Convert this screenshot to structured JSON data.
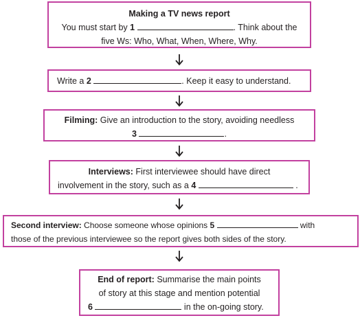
{
  "box1": {
    "title": "Making a TV news report",
    "line1_pre": "You must start by",
    "num": "1",
    "line1_post": ". Think about the",
    "line2": "five Ws: Who, What, When, Where, Why."
  },
  "box2": {
    "pre": "Write a",
    "num": "2",
    "post": ". Keep it easy to understand."
  },
  "box3": {
    "label": "Filming:",
    "line1": "Give an introduction to the story, avoiding needless",
    "num": "3",
    "post": "."
  },
  "box4": {
    "label": "Interviews:",
    "line1": "First interviewee should have direct",
    "line2_pre": "involvement in the story, such as a",
    "num": "4",
    "post": "."
  },
  "box5": {
    "label": "Second interview:",
    "line1_pre": "Choose someone whose opinions",
    "num": "5",
    "line1_post": "with",
    "line2": "those of the previous interviewee so the report gives both sides of the story."
  },
  "box6": {
    "label": "End of report:",
    "line1": "Summarise the main points",
    "line2": "of story at this stage and mention potential",
    "num": "6",
    "line3_post": "in the on-going story."
  },
  "colors": {
    "border": "#c2409f",
    "text": "#231f20"
  },
  "icons": {
    "arrow": "down-arrow-icon"
  }
}
